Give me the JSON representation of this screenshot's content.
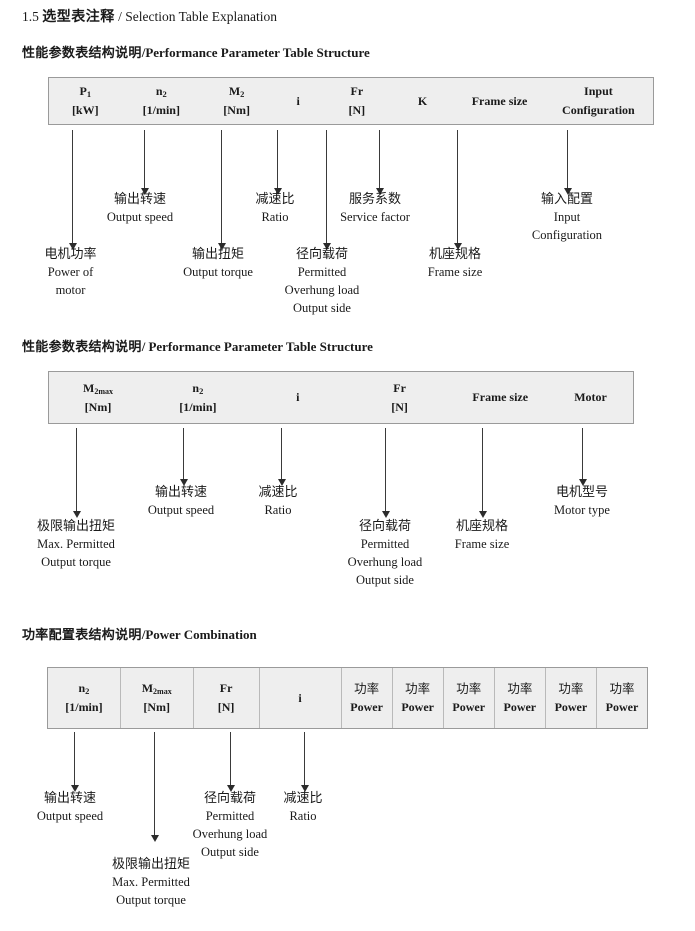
{
  "page": {
    "title_number": "1.5",
    "title_zh": "选型表注释",
    "title_sep": "/",
    "title_en": "Selection Table Explanation"
  },
  "sections": [
    {
      "heading_zh": "性能参数表结构说明",
      "heading_sep": "/",
      "heading_en": "Performance Parameter Table Structure",
      "table": {
        "columns": [
          {
            "line1": "P",
            "sub1": "1",
            "line2": "[kW]"
          },
          {
            "line1": "n",
            "sub1": "2",
            "line2": "[1/min]"
          },
          {
            "line1": "M",
            "sub1": "2",
            "line2": "[Nm]"
          },
          {
            "line1": "i",
            "sub1": "",
            "line2": ""
          },
          {
            "line1": "Fr",
            "sub1": "",
            "line2": "[N]"
          },
          {
            "line1": "K",
            "sub1": "",
            "line2": ""
          },
          {
            "line1": "Frame size",
            "sub1": "",
            "line2": ""
          },
          {
            "line1": "Input",
            "sub1": "",
            "line2": "Configuration"
          }
        ]
      },
      "annotations": [
        {
          "zh": "电机功率",
          "en": [
            "Power of",
            "motor"
          ]
        },
        {
          "zh": "输出转速",
          "en": [
            "Output speed"
          ]
        },
        {
          "zh": "输出扭矩",
          "en": [
            "Output torque"
          ]
        },
        {
          "zh": "减速比",
          "en": [
            "Ratio"
          ]
        },
        {
          "zh": "径向载荷",
          "en": [
            "Permitted",
            "Overhung load",
            "Output side"
          ]
        },
        {
          "zh": "服务系数",
          "en": [
            "Service factor"
          ]
        },
        {
          "zh": "机座规格",
          "en": [
            "Frame size"
          ]
        },
        {
          "zh": "输入配置",
          "en": [
            "Input",
            "Configuration"
          ]
        }
      ]
    },
    {
      "heading_zh": "性能参数表结构说明",
      "heading_sep": "/",
      "heading_en": "Performance Parameter Table Structure",
      "table": {
        "columns": [
          {
            "line1": "M",
            "sub1": "2max",
            "line2": "[Nm]"
          },
          {
            "line1": "n",
            "sub1": "2",
            "line2": "[1/min]"
          },
          {
            "line1": "i",
            "sub1": "",
            "line2": ""
          },
          {
            "line1": "Fr",
            "sub1": "",
            "line2": "[N]"
          },
          {
            "line1": "Frame size",
            "sub1": "",
            "line2": ""
          },
          {
            "line1": "Motor",
            "sub1": "",
            "line2": ""
          }
        ]
      },
      "annotations": [
        {
          "zh": "极限输出扭矩",
          "en": [
            "Max. Permitted",
            "Output  torque"
          ]
        },
        {
          "zh": "输出转速",
          "en": [
            "Output speed"
          ]
        },
        {
          "zh": "减速比",
          "en": [
            "Ratio"
          ]
        },
        {
          "zh": "径向载荷",
          "en": [
            "Permitted",
            "Overhung load",
            "Output side"
          ]
        },
        {
          "zh": "机座规格",
          "en": [
            "Frame size"
          ]
        },
        {
          "zh": "电机型号",
          "en": [
            "Motor type"
          ]
        }
      ]
    },
    {
      "heading_zh": "功率配置表结构说明",
      "heading_sep": "/",
      "heading_en": "Power Combination",
      "table": {
        "columns": [
          {
            "line1": "n",
            "sub1": "2",
            "line2": "[1/min]"
          },
          {
            "line1": "M",
            "sub1": "2max",
            "line2": "[Nm]"
          },
          {
            "line1": "Fr",
            "sub1": "",
            "line2": "[N]"
          },
          {
            "line1": "i",
            "sub1": "",
            "line2": ""
          },
          {
            "line1_zh": "功率",
            "line2": "Power"
          },
          {
            "line1_zh": "功率",
            "line2": "Power"
          },
          {
            "line1_zh": "功率",
            "line2": "Power"
          },
          {
            "line1_zh": "功率",
            "line2": "Power"
          },
          {
            "line1_zh": "功率",
            "line2": "Power"
          },
          {
            "line1_zh": "功率",
            "line2": "Power"
          }
        ]
      },
      "annotations": [
        {
          "zh": "输出转速",
          "en": [
            "Output speed"
          ]
        },
        {
          "zh": "极限输出扭矩",
          "en": [
            "Max. Permitted",
            "Output  torque"
          ]
        },
        {
          "zh": "径向载荷",
          "en": [
            "Permitted",
            "Overhung load",
            "Output side"
          ]
        },
        {
          "zh": "减速比",
          "en": [
            "Ratio"
          ]
        }
      ]
    }
  ],
  "colors": {
    "table_fill": "#eeeeee",
    "table_border": "#9a9a9a",
    "arrow": "#2b2b2b",
    "text": "#1a1a1a"
  }
}
